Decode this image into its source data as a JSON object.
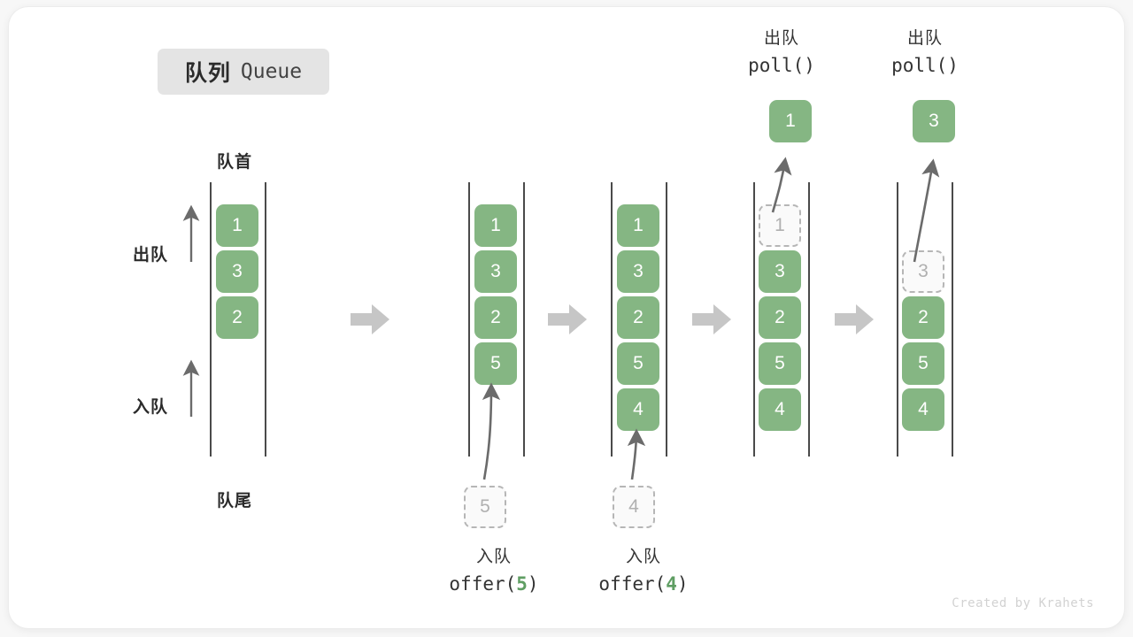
{
  "title": {
    "cn": "队列",
    "en": "Queue"
  },
  "labels": {
    "head": "队首",
    "tail": "队尾",
    "dequeue_side": "出队",
    "enqueue_side": "入队"
  },
  "colors": {
    "cell_fill": "#85b683",
    "cell_text": "#ffffff",
    "ghost_border": "#b6b6b6",
    "ghost_text": "#b0b0b0",
    "rail": "#4a4a4a",
    "flow_arrow": "#c6c6c6",
    "badge_bg": "#e4e4e4",
    "accent_green": "#5f9e63",
    "card_bg": "#ffffff"
  },
  "captions": {
    "offer5": {
      "cn": "入队",
      "fn_pre": "offer(",
      "arg": "5",
      "fn_post": ")"
    },
    "offer4": {
      "cn": "入队",
      "fn_pre": "offer(",
      "arg": "4",
      "fn_post": ")"
    },
    "poll1": {
      "cn": "出队",
      "code": "poll()"
    },
    "poll2": {
      "cn": "出队",
      "code": "poll()"
    }
  },
  "stages": [
    {
      "name": "initial",
      "cells": [
        {
          "value": "1",
          "state": "filled"
        },
        {
          "value": "3",
          "state": "filled"
        },
        {
          "value": "2",
          "state": "filled"
        }
      ]
    },
    {
      "name": "after-offer-5",
      "cells": [
        {
          "value": "1",
          "state": "filled"
        },
        {
          "value": "3",
          "state": "filled"
        },
        {
          "value": "2",
          "state": "filled"
        },
        {
          "value": "5",
          "state": "filled"
        }
      ],
      "incoming": {
        "value": "5",
        "state": "ghost"
      }
    },
    {
      "name": "after-offer-4",
      "cells": [
        {
          "value": "1",
          "state": "filled"
        },
        {
          "value": "3",
          "state": "filled"
        },
        {
          "value": "2",
          "state": "filled"
        },
        {
          "value": "5",
          "state": "filled"
        },
        {
          "value": "4",
          "state": "filled"
        }
      ],
      "incoming": {
        "value": "4",
        "state": "ghost"
      }
    },
    {
      "name": "after-poll-1",
      "cells": [
        {
          "value": "1",
          "state": "ghost"
        },
        {
          "value": "3",
          "state": "filled"
        },
        {
          "value": "2",
          "state": "filled"
        },
        {
          "value": "5",
          "state": "filled"
        },
        {
          "value": "4",
          "state": "filled"
        }
      ],
      "outgoing": {
        "value": "1",
        "state": "filled"
      }
    },
    {
      "name": "after-poll-3",
      "cells": [
        {
          "value": "",
          "state": "empty"
        },
        {
          "value": "3",
          "state": "ghost"
        },
        {
          "value": "2",
          "state": "filled"
        },
        {
          "value": "5",
          "state": "filled"
        },
        {
          "value": "4",
          "state": "filled"
        }
      ],
      "outgoing": {
        "value": "3",
        "state": "filled"
      }
    }
  ],
  "credit": "Created by Krahets"
}
